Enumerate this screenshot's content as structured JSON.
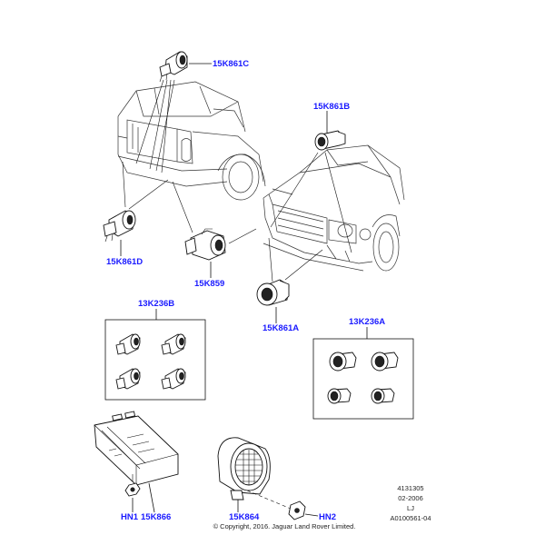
{
  "labels": {
    "sensor_c": "15K861C",
    "sensor_b": "15K861B",
    "sensor_d": "15K861D",
    "sensor_main": "15K859",
    "sensor_a": "15K861A",
    "kit_b": "13K236B",
    "kit_a": "13K236A",
    "module": "15K866",
    "buzzer": "15K864",
    "nut_hn1": "HN1",
    "nut_hn2": "HN2"
  },
  "reference": {
    "line1": "4131305",
    "line2": "02-2006",
    "line3": "LJ",
    "line4": "A0100561-04"
  },
  "copyright": "© Copyright, 2016. Jaguar Land Rover Limited.",
  "colors": {
    "label": "#1a1aff",
    "line": "#111111"
  }
}
